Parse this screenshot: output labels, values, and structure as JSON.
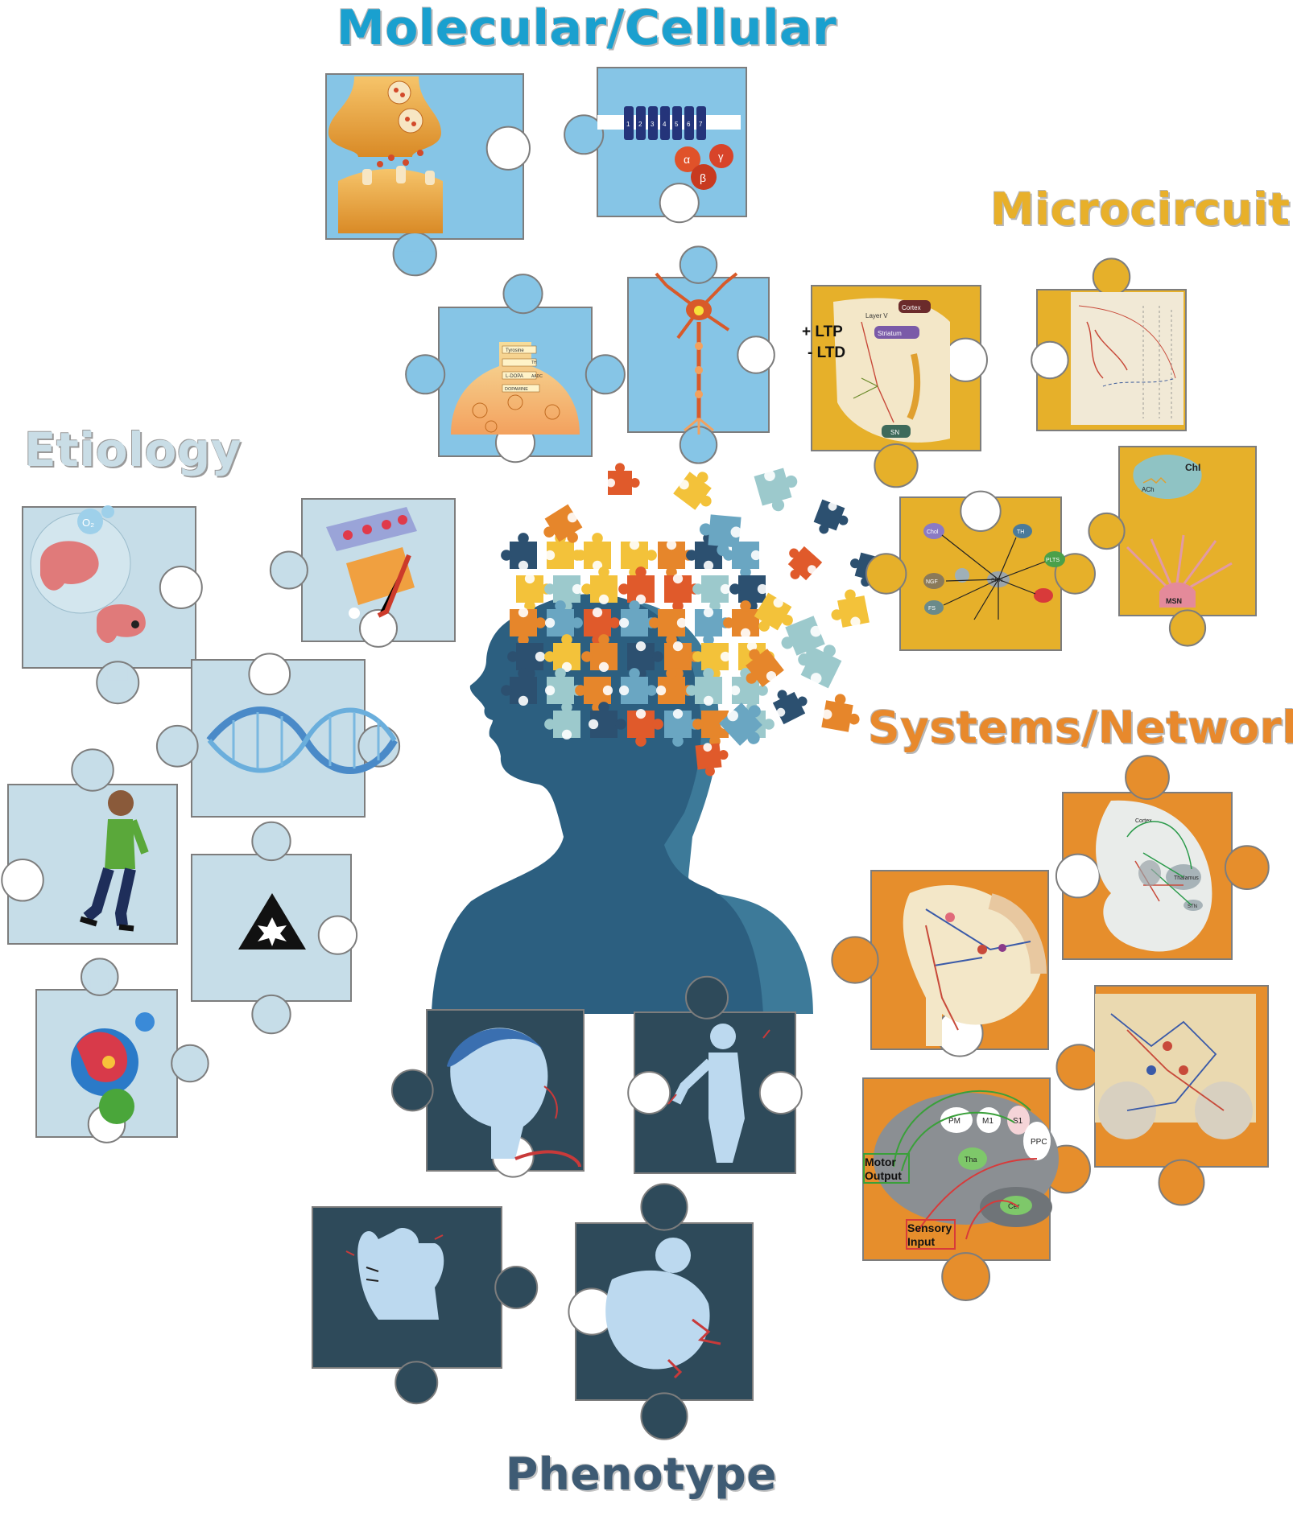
{
  "categories": {
    "molecular": "Molecular/Cellular",
    "microcircuit": "Microcircuit",
    "etiology": "Etiology",
    "systems": "Systems/Network",
    "phenotype": "Phenotype"
  },
  "microcircuit_labels": {
    "ltp": "+ LTP",
    "ltd": "- LTD",
    "layer_v": "Layer V",
    "cortex": "Cortex",
    "striatum": "Striatum",
    "sn": "SN",
    "chi": "ChI",
    "ach": "ACh",
    "msn": "MSN",
    "chol": "Chol",
    "th": "TH",
    "plts": "PLTS",
    "ngf": "NGF",
    "spn": "SPN",
    "fs": "FS"
  },
  "molecular_labels": {
    "alpha": "α",
    "beta": "β",
    "gamma": "γ",
    "tm": [
      "1",
      "2",
      "3",
      "4",
      "5",
      "6",
      "7"
    ],
    "tyrosine": "Tyrosine",
    "th": "TH",
    "ldopa": "L-DOPA",
    "aadc": "AADC",
    "dopamine": "DOPAMINE"
  },
  "etiology_labels": {
    "o2": "O₂"
  },
  "systems_labels": {
    "motor_output": [
      "Motor",
      "Output"
    ],
    "sensory_input": [
      "Sensory",
      "Input"
    ],
    "pm": "PM",
    "m1": "M1",
    "s1": "S1",
    "ppc": "PPC",
    "tha": "Tha",
    "cer": "Cer",
    "cortex": "Cortex",
    "thalamus": "Thalamus",
    "stn": "STN"
  },
  "colors": {
    "molecular": "#86c5e6",
    "microcircuit": "#e6b02a",
    "etiology": "#c6dde8",
    "systems": "#e68e2c",
    "phenotype": "#2e4a5a",
    "head": "#2c5f80",
    "head_back": "#3d7a99"
  },
  "puzzle_colors": [
    "#e05a2b",
    "#f3c23a",
    "#9cc9cc",
    "#2c5070",
    "#e6862b",
    "#6aa6c2"
  ]
}
